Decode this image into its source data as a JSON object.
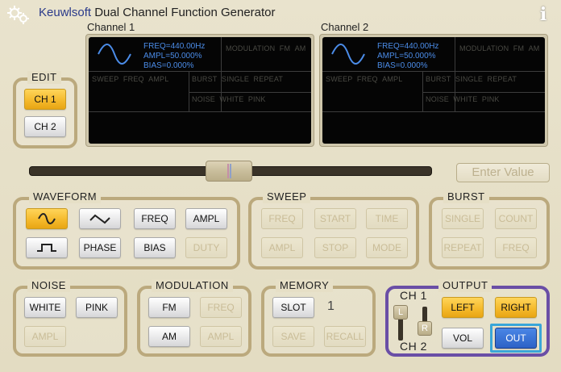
{
  "app": {
    "brand": "Keuwlsoft",
    "title": "Dual Channel Function Generator",
    "info_glyph": "i"
  },
  "channels": [
    {
      "label": "Channel 1",
      "freq": "FREQ=440.00Hz",
      "ampl": "AMPL=50.000%",
      "bias": "BIAS=0.000%",
      "modulation": "MODULATION",
      "fm": "FM",
      "am": "AM",
      "sweep": "SWEEP",
      "sweep_freq": "FREQ",
      "sweep_ampl": "AMPL",
      "burst": "BURST",
      "single": "SINGLE",
      "repeat": "REPEAT",
      "noise": "NOISE",
      "white": "WHITE",
      "pink": "PINK"
    },
    {
      "label": "Channel 2",
      "freq": "FREQ=440.00Hz",
      "ampl": "AMPL=50.000%",
      "bias": "BIAS=0.000%",
      "modulation": "MODULATION",
      "fm": "FM",
      "am": "AM",
      "sweep": "SWEEP",
      "sweep_freq": "FREQ",
      "sweep_ampl": "AMPL",
      "burst": "BURST",
      "single": "SINGLE",
      "repeat": "REPEAT",
      "noise": "NOISE",
      "white": "WHITE",
      "pink": "PINK"
    }
  ],
  "edit": {
    "title": "EDIT",
    "ch1": "CH 1",
    "ch2": "CH 2",
    "selected": "CH 1"
  },
  "enter_value": "Enter Value",
  "waveform": {
    "title": "WAVEFORM",
    "freq": "FREQ",
    "ampl": "AMPL",
    "phase": "PHASE",
    "bias": "BIAS",
    "duty": "DUTY",
    "selected_shape": "sine"
  },
  "sweep": {
    "title": "SWEEP",
    "freq": "FREQ",
    "start": "START",
    "time": "TIME",
    "ampl": "AMPL",
    "stop": "STOP",
    "mode": "MODE"
  },
  "burst": {
    "title": "BURST",
    "single": "SINGLE",
    "count": "COUNT",
    "repeat": "REPEAT",
    "freq": "FREQ"
  },
  "noise": {
    "title": "NOISE",
    "white": "WHITE",
    "pink": "PINK",
    "ampl": "AMPL"
  },
  "modulation": {
    "title": "MODULATION",
    "fm": "FM",
    "fm_freq": "FREQ",
    "am": "AM",
    "am_ampl": "AMPL"
  },
  "memory": {
    "title": "MEMORY",
    "slot": "SLOT",
    "slot_value": "1",
    "save": "SAVE",
    "recall": "RECALL"
  },
  "output": {
    "title": "OUTPUT",
    "ch1": "CH 1",
    "ch2": "CH 2",
    "left": "LEFT",
    "right": "RIGHT",
    "vol": "VOL",
    "out": "OUT",
    "switch_l": "L",
    "switch_r": "R"
  },
  "colors": {
    "accent_yellow": "#f4b82a",
    "output_border": "#6a4ea6",
    "out_button": "#2d62c6",
    "display_text": "#4b8ce8"
  }
}
